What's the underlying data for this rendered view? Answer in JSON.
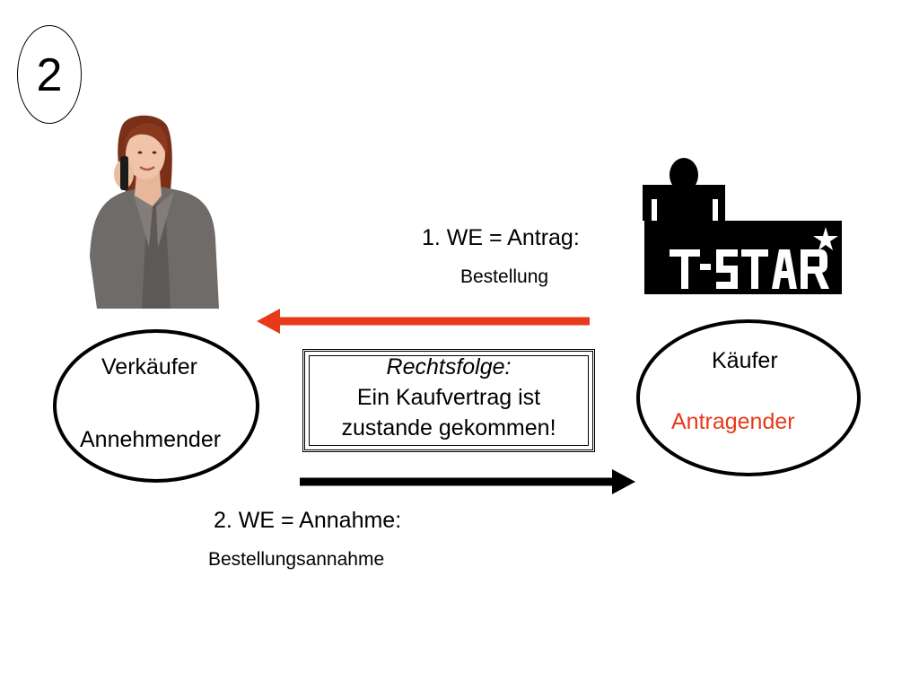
{
  "slide_number": "2",
  "offer": {
    "title": "1. WE = Antrag:",
    "subtitle": "Bestellung"
  },
  "acceptance": {
    "title": "2. WE = Annahme:",
    "subtitle": "Bestellungsannahme"
  },
  "seller": {
    "name": "Verkäufer",
    "role": "Annehmender"
  },
  "buyer": {
    "name": "Käufer",
    "role": "Antragender"
  },
  "result": {
    "heading": "Rechtsfolge:",
    "line1": "Ein Kaufvertrag ist",
    "line2": "zustande gekommen!"
  },
  "logo": {
    "text": "T-STAR"
  },
  "colors": {
    "offer_arrow": "#e8391a",
    "acceptance_arrow": "#000000",
    "buyer_role_text": "#e8391a"
  }
}
